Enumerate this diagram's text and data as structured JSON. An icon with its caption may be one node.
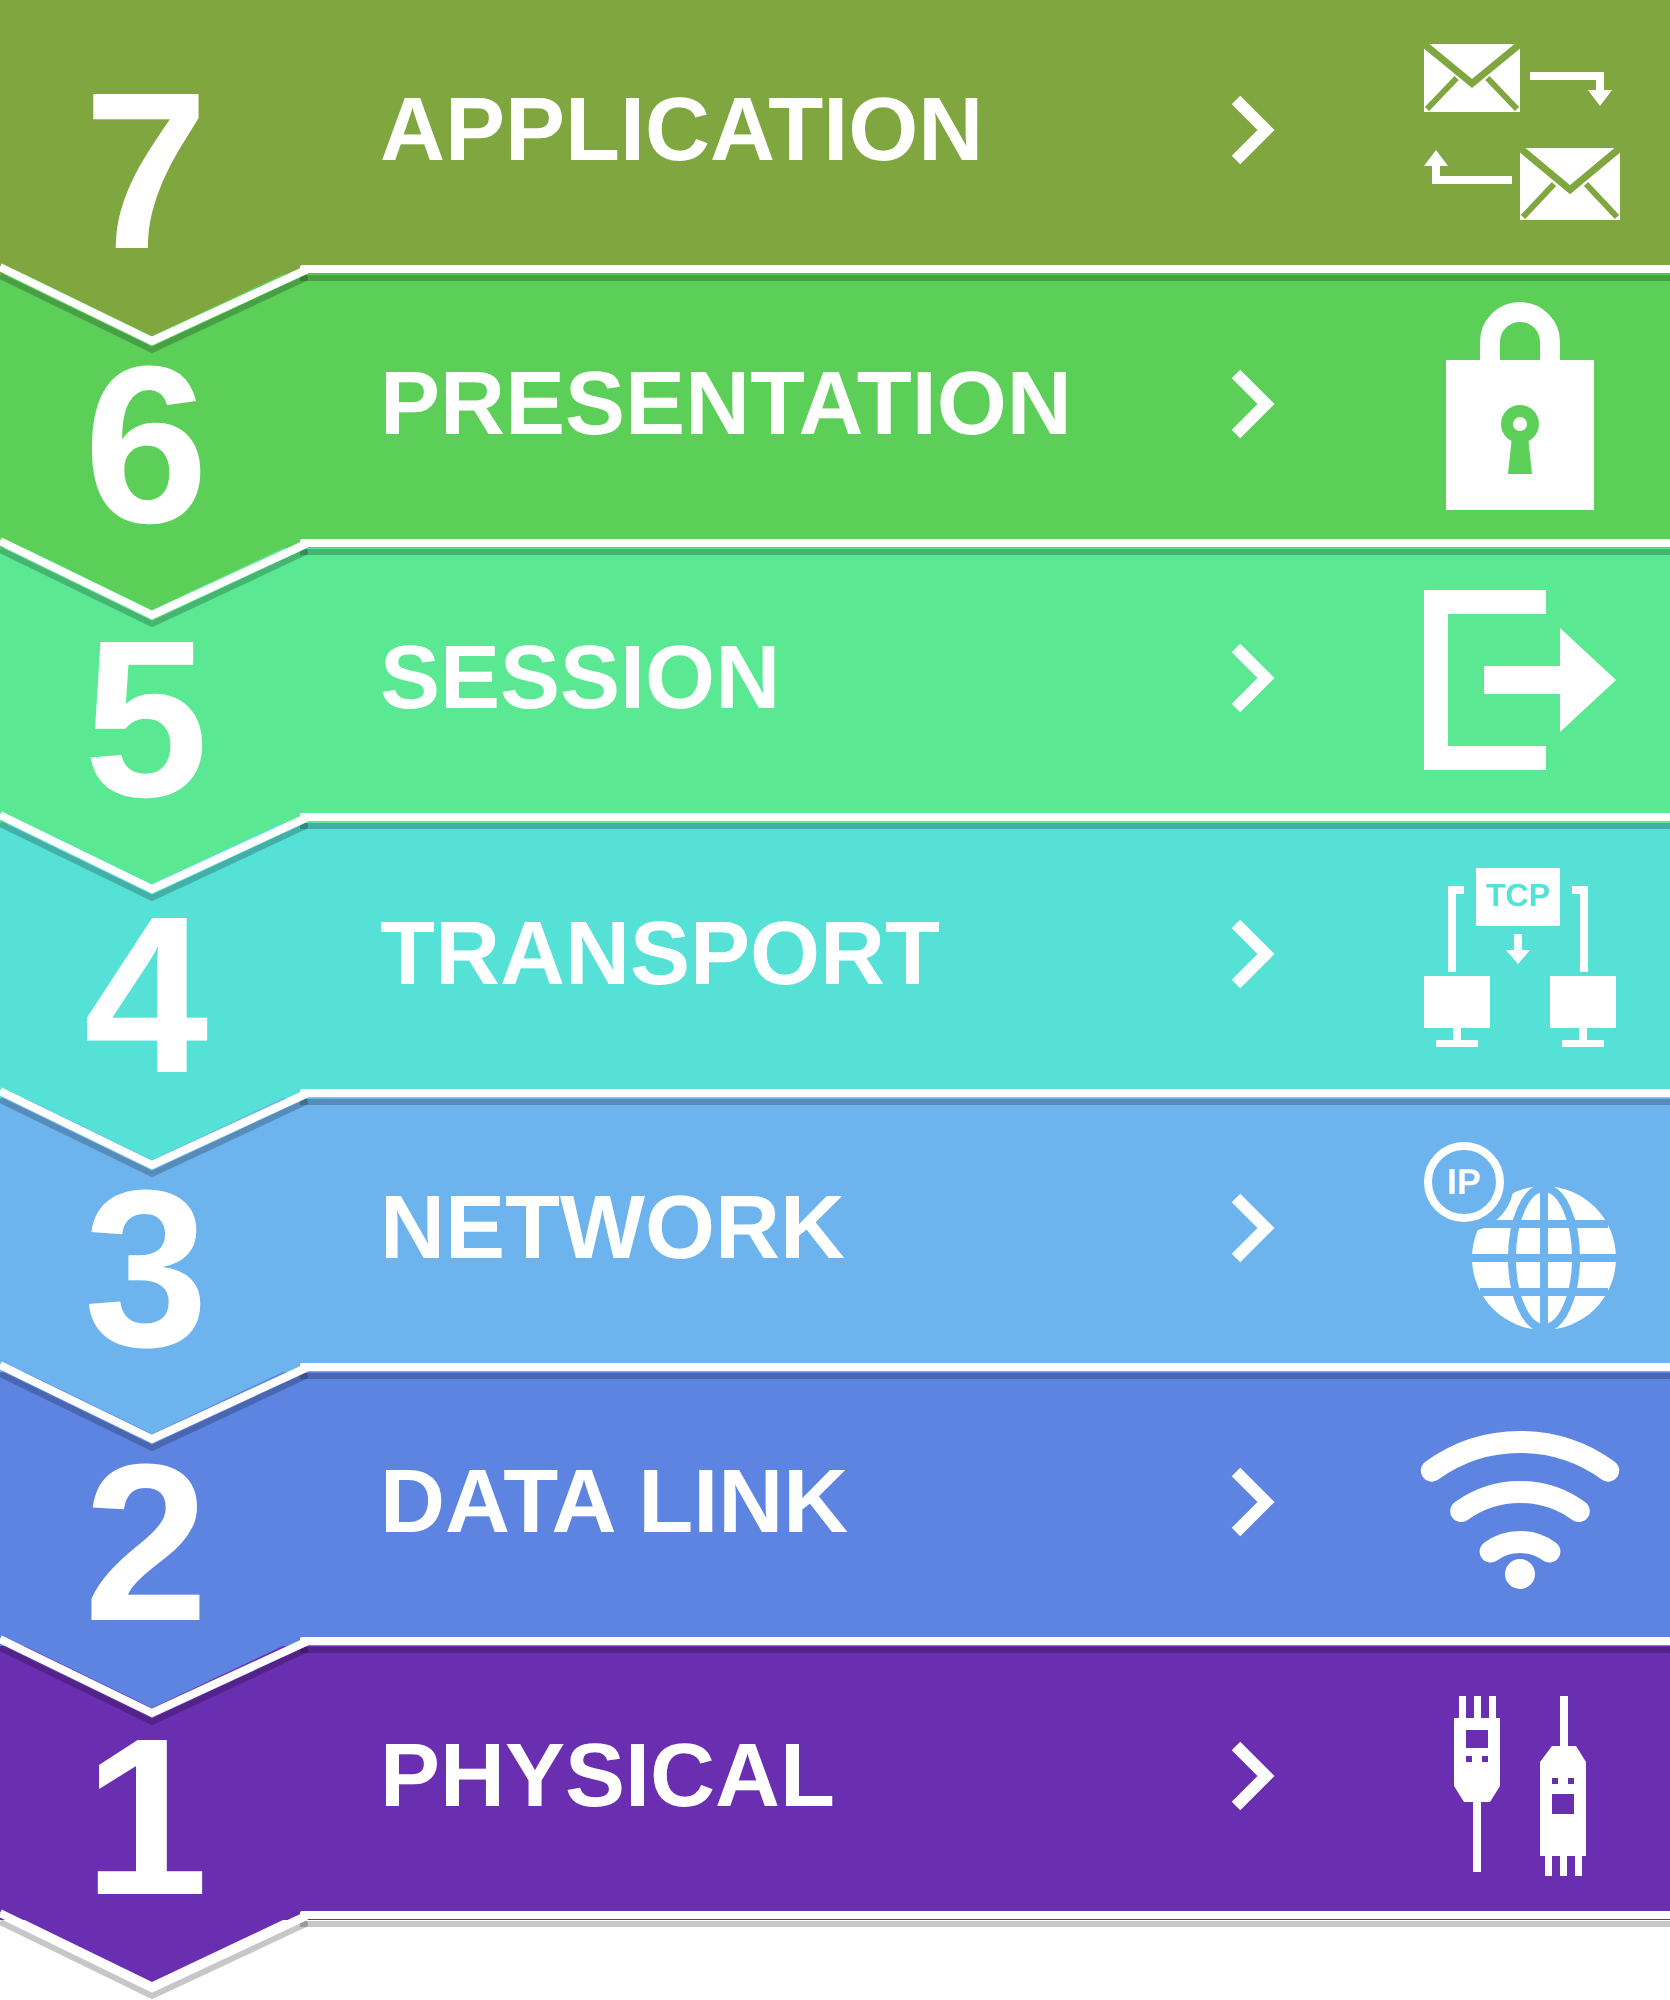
{
  "diagram": {
    "nodes": [
      {
        "text": [
          "7",
          "APPLICATION"
        ]
      },
      {
        "text": [
          "6",
          "PRESENTATION"
        ]
      },
      {
        "text": [
          "5",
          "SESSION"
        ]
      },
      {
        "text": [
          "4",
          "TRANSPORT"
        ]
      },
      {
        "text": [
          "3",
          "NETWORK"
        ]
      },
      {
        "text": [
          "2",
          "DATA LINK"
        ]
      },
      {
        "text": [
          "1",
          "PHYSICAL"
        ]
      }
    ],
    "labels": [
      "TCP",
      "IP"
    ]
  }
}
